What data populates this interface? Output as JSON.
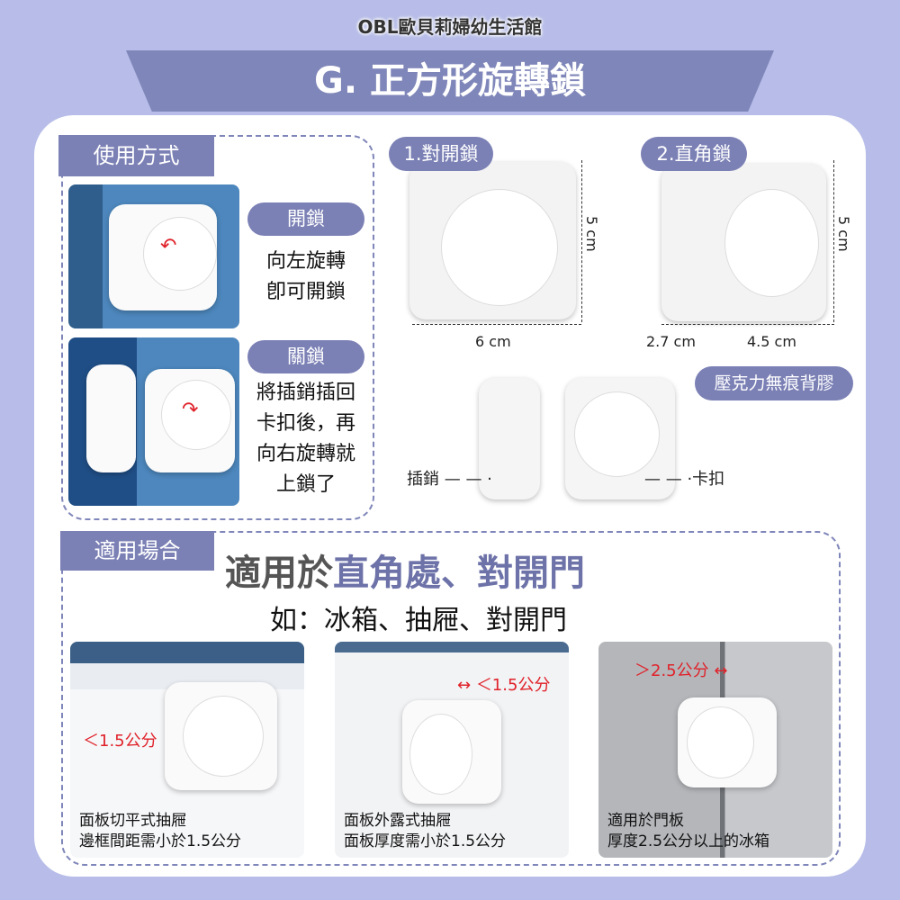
{
  "brand": "OBL歐貝莉婦幼生活館",
  "title": "G. 正方形旋轉鎖",
  "usage": {
    "label": "使用方式",
    "unlock": {
      "pill": "開鎖",
      "lines": [
        "向左旋轉",
        "卽可開鎖"
      ]
    },
    "lock": {
      "pill": "關鎖",
      "lines": [
        "將插銷插回",
        "卡扣後，再",
        "向右旋轉就",
        "上鎖了"
      ]
    }
  },
  "types": {
    "t1": {
      "label": "1.對開鎖",
      "height": "5 cm",
      "width": "6 cm"
    },
    "t2": {
      "label": "2.直角鎖",
      "height": "5 cm",
      "w1": "2.7 cm",
      "w2": "4.5 cm"
    },
    "adhesive": "壓克力無痕背膠",
    "pin": "插銷",
    "catch": "卡扣"
  },
  "apply": {
    "label": "適用場合",
    "headline_a": "適用於",
    "headline_b": "直角處、對開門",
    "sub": "如：冰箱、抽屜、對開門",
    "cards": [
      {
        "note": "＜1.5公分",
        "cap": [
          "面板切平式抽屜",
          "邊框間距需小於1.5公分"
        ]
      },
      {
        "note": "＜1.5公分",
        "cap": [
          "面板外露式抽屜",
          "面板厚度需小於1.5公分"
        ]
      },
      {
        "note": "＞2.5公分",
        "cap": [
          "適用於門板",
          "厚度2.5公分以上的冰箱"
        ]
      }
    ]
  },
  "colors": {
    "accent": "#7b80b5",
    "bg": "#b7bde8",
    "red": "#e0222a"
  }
}
